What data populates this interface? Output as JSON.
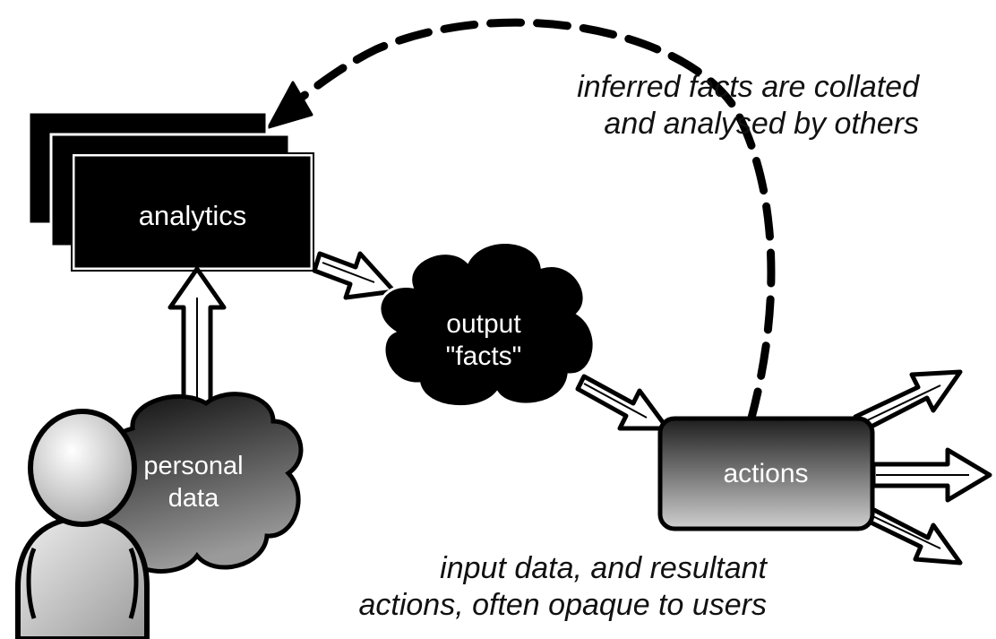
{
  "nodes": {
    "analytics": "analytics",
    "output_line1": "output",
    "output_line2": "\"facts\"",
    "personal_line1": "personal",
    "personal_line2": "data",
    "actions": "actions"
  },
  "captions": {
    "top_line1": "inferred facts are collated",
    "top_line2": "and analysed by others",
    "bottom_line1": "input data, and resultant",
    "bottom_line2": "actions, often opaque to users"
  }
}
